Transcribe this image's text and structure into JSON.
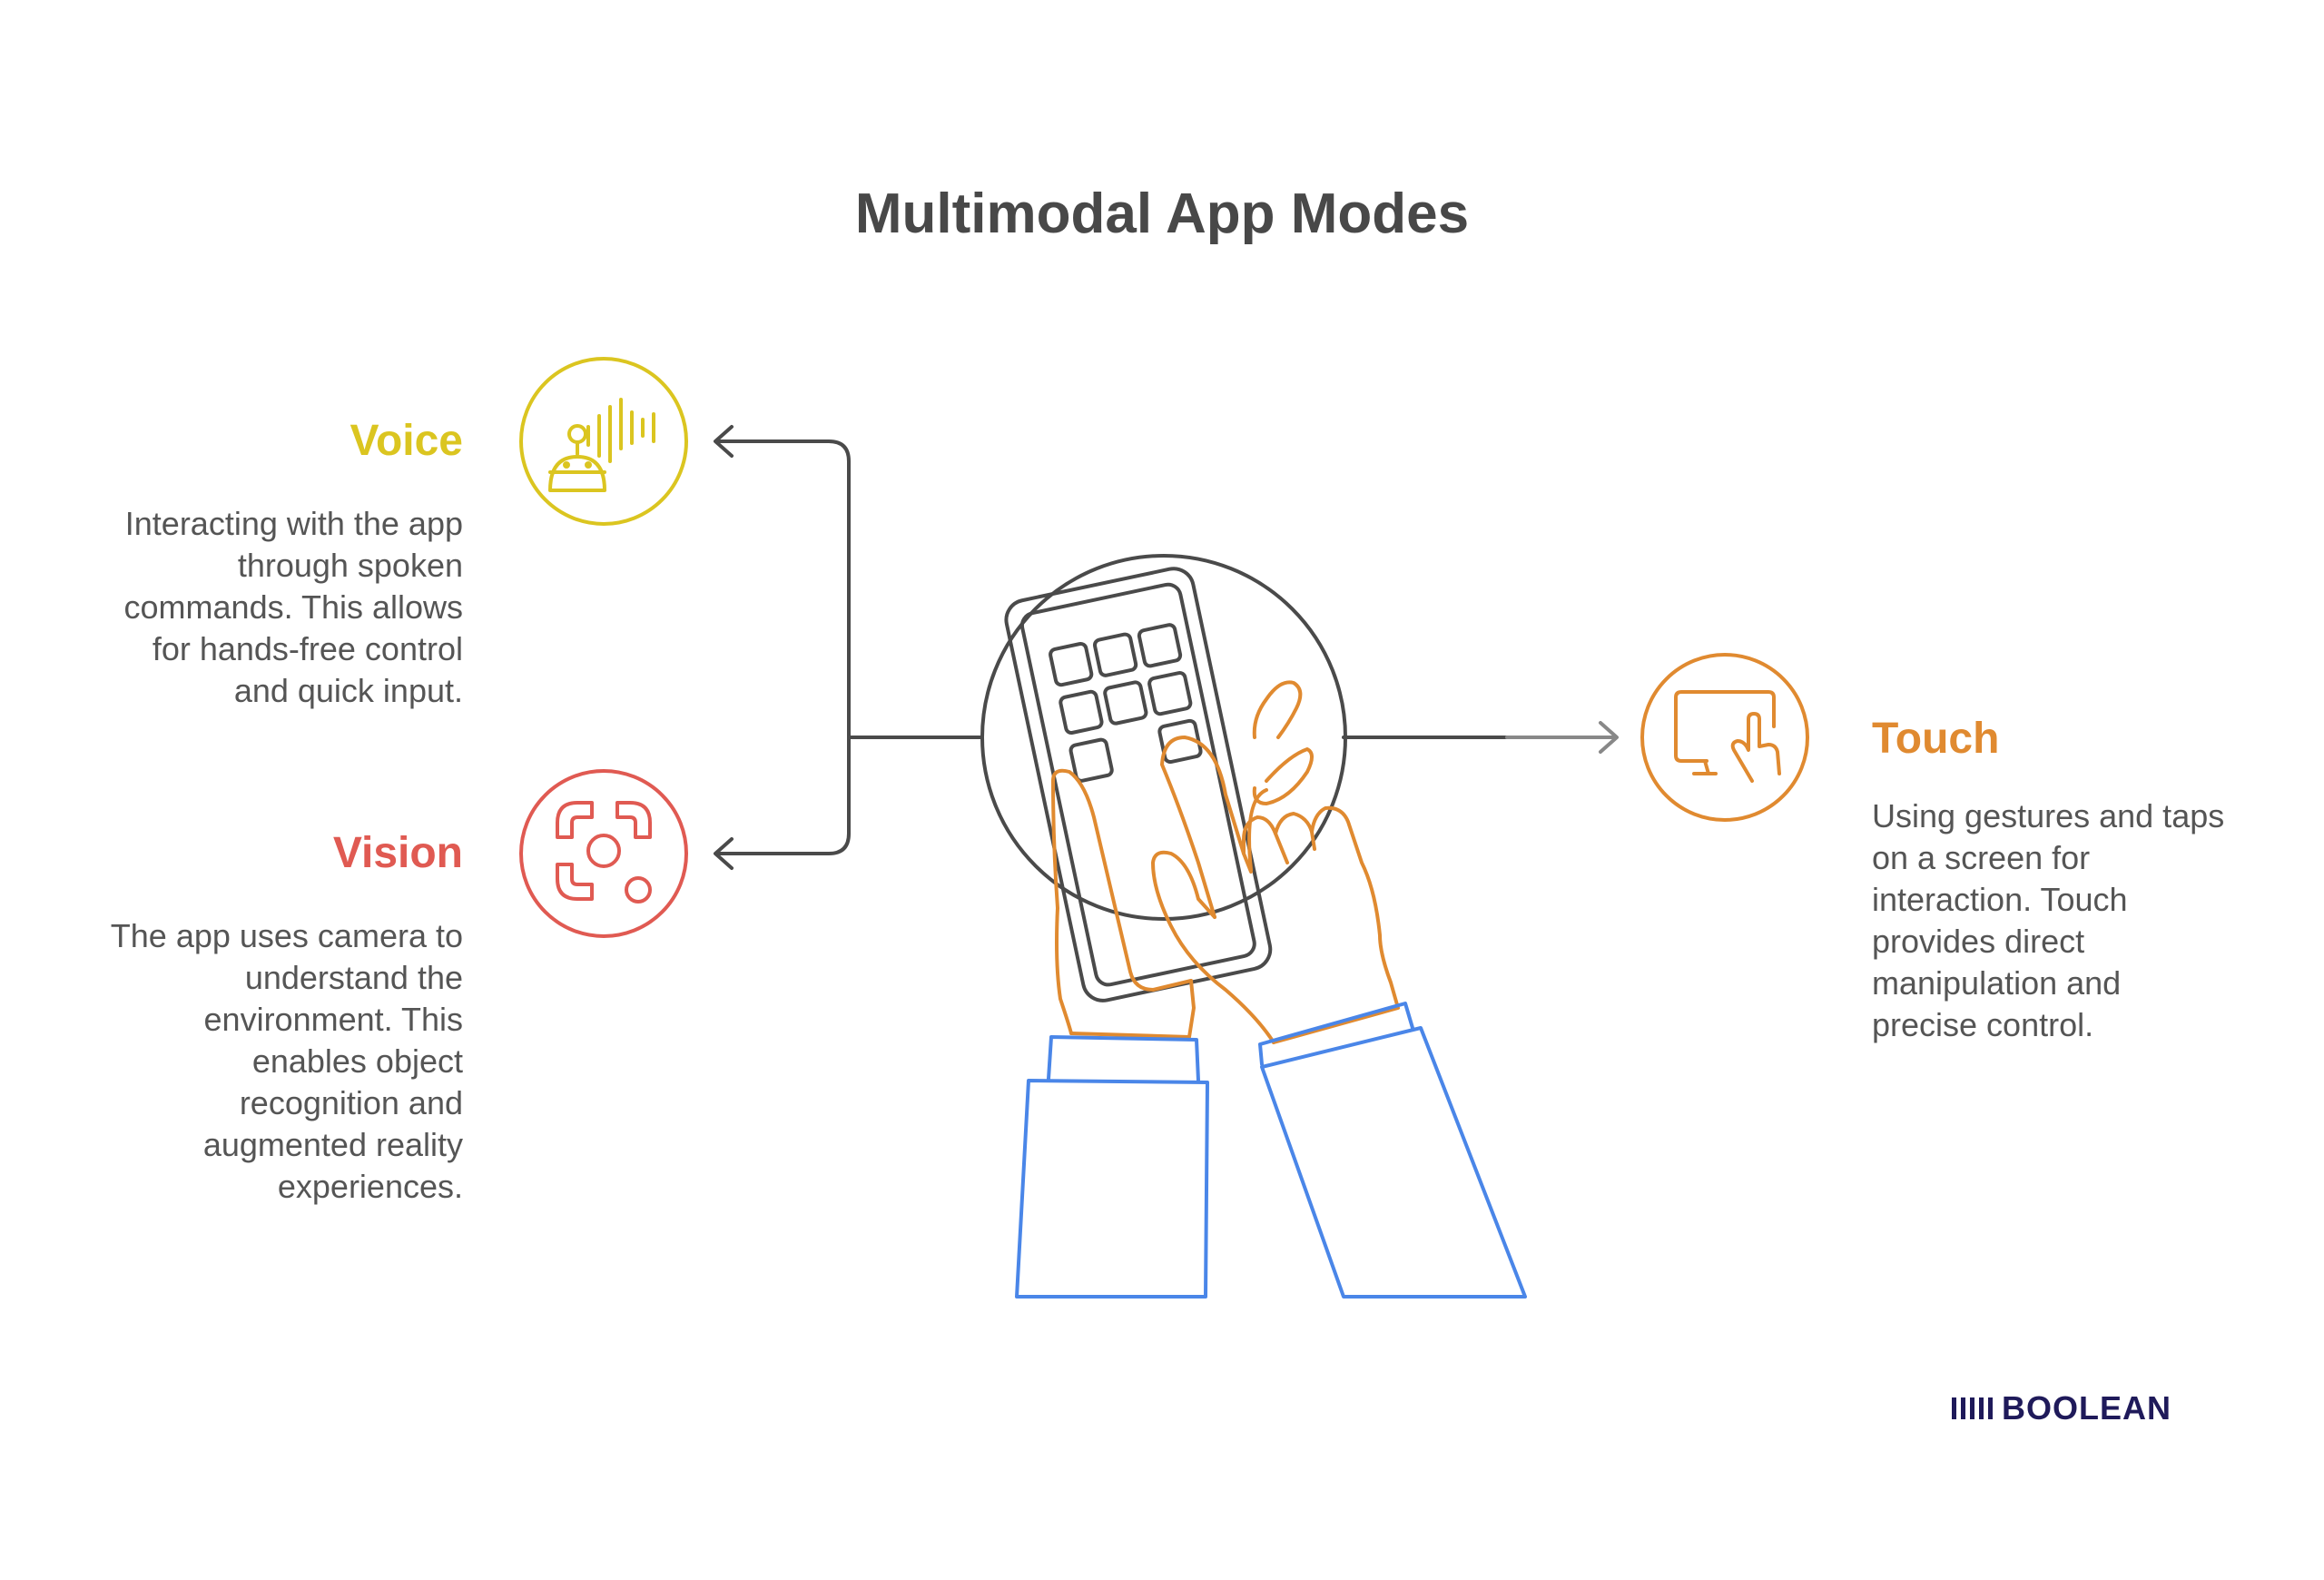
{
  "title": "Multimodal App Modes",
  "colors": {
    "voice": "#DBC520",
    "vision": "#E05A52",
    "touch": "#E08A30",
    "sleeve": "#4A86E8",
    "device": "#4a4a4a"
  },
  "modes": {
    "voice": {
      "title": "Voice",
      "lines": [
        "Interacting with the app",
        "through spoken",
        "commands. This allows",
        "for hands-free control",
        "and quick input."
      ],
      "icon": "robot-voice-icon"
    },
    "vision": {
      "title": "Vision",
      "lines": [
        "The app uses camera to",
        "understand the",
        "environment. This",
        "enables object",
        "recognition and",
        "augmented reality",
        "experiences."
      ],
      "icon": "camera-focus-icon"
    },
    "touch": {
      "title": "Touch",
      "lines": [
        "Using gestures and taps",
        "on a screen for",
        "interaction. Touch",
        "provides direct",
        "manipulation and",
        "precise control."
      ],
      "icon": "touch-screen-icon"
    }
  },
  "logo": {
    "text": "BOOLEAN",
    "icon": "boolean-bars-icon"
  }
}
